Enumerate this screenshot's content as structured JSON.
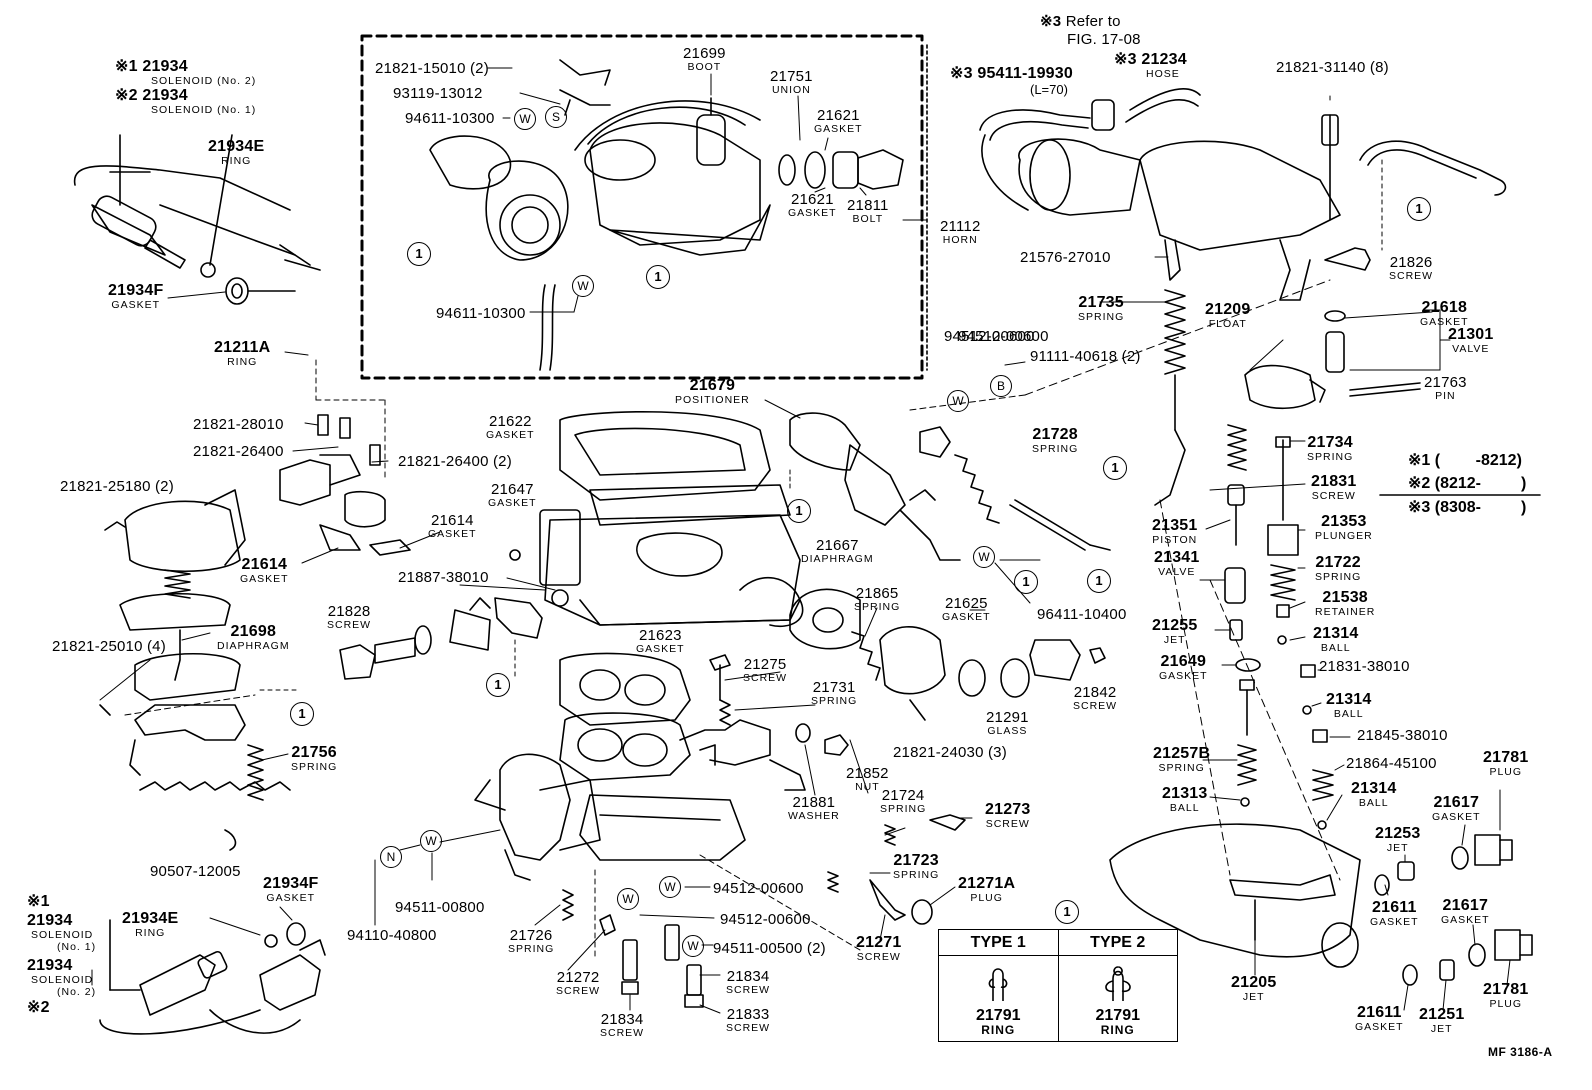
{
  "refs": {
    "r1": "※1 21934",
    "r1s": "SOLENOID (No. 2)",
    "r2": "※2 21934",
    "r2s": "SOLENOID (No. 1)",
    "r3": "※3",
    "r3b": "Refer to",
    "r3c": "FIG. 17-08",
    "r4": "※3 95411-19930",
    "r4s": "(L=70)",
    "r5": "※3 21234",
    "r5s": "HOSE"
  },
  "parts": [
    {
      "id": "p21934E_top",
      "num": "21934E",
      "name": "RING"
    },
    {
      "id": "p21934F_top",
      "num": "21934F",
      "name": "GASKET"
    },
    {
      "id": "p21211A",
      "num": "21211A",
      "name": "RING"
    },
    {
      "id": "p21821_28010",
      "num": "21821-28010",
      "name": ""
    },
    {
      "id": "p21821_26400",
      "num": "21821-26400",
      "name": ""
    },
    {
      "id": "p21821_26400_2",
      "num": "21821-26400 (2)",
      "name": ""
    },
    {
      "id": "p21821_25180",
      "num": "21821-25180 (2)",
      "name": ""
    },
    {
      "id": "p21614a",
      "num": "21614",
      "name": "GASKET"
    },
    {
      "id": "p21614b",
      "num": "21614",
      "name": "GASKET"
    },
    {
      "id": "p21887",
      "num": "21887-38010",
      "name": ""
    },
    {
      "id": "p21698",
      "num": "21698",
      "name": "DIAPHRAGM"
    },
    {
      "id": "p21821_25010",
      "num": "21821-25010 (4)",
      "name": ""
    },
    {
      "id": "p21756",
      "num": "21756",
      "name": "SPRING"
    },
    {
      "id": "p90507",
      "num": "90507-12005",
      "name": ""
    },
    {
      "id": "p21821_15010",
      "num": "21821-15010 (2)",
      "name": ""
    },
    {
      "id": "p93119",
      "num": "93119-13012",
      "name": ""
    },
    {
      "id": "p94611_a",
      "num": "94611-10300",
      "name": ""
    },
    {
      "id": "p94611_b",
      "num": "94611-10300",
      "name": ""
    },
    {
      "id": "p21699",
      "num": "21699",
      "name": "BOOT"
    },
    {
      "id": "p21751",
      "num": "21751",
      "name": "UNION"
    },
    {
      "id": "p21621a",
      "num": "21621",
      "name": "GASKET"
    },
    {
      "id": "p21621b",
      "num": "21621",
      "name": "GASKET"
    },
    {
      "id": "p21811",
      "num": "21811",
      "name": "BOLT"
    },
    {
      "id": "p21112",
      "num": "21112",
      "name": "HORN"
    },
    {
      "id": "p21622",
      "num": "21622",
      "name": "GASKET"
    },
    {
      "id": "p21647",
      "num": "21647",
      "name": "GASKET"
    },
    {
      "id": "p21679",
      "num": "21679",
      "name": "POSITIONER"
    },
    {
      "id": "p94512_top",
      "num": "94512-00600",
      "name": ""
    },
    {
      "id": "p91111",
      "num": "91111-40618 (2)",
      "name": ""
    },
    {
      "id": "p21728",
      "num": "21728",
      "name": "SPRING"
    },
    {
      "id": "p21667",
      "num": "21667",
      "name": "DIAPHRAGM"
    },
    {
      "id": "p21865",
      "num": "21865",
      "name": "SPRING"
    },
    {
      "id": "p21625",
      "num": "21625",
      "name": "GASKET"
    },
    {
      "id": "p96411",
      "num": "96411-10400",
      "name": ""
    },
    {
      "id": "p21828",
      "num": "21828",
      "name": "SCREW"
    },
    {
      "id": "p21623",
      "num": "21623",
      "name": "GASKET"
    },
    {
      "id": "p21275",
      "num": "21275",
      "name": "SCREW"
    },
    {
      "id": "p21731",
      "num": "21731",
      "name": "SPRING"
    },
    {
      "id": "p21842",
      "num": "21842",
      "name": "SCREW"
    },
    {
      "id": "p21291",
      "num": "21291",
      "name": "GLASS"
    },
    {
      "id": "p21821_24030",
      "num": "21821-24030 (3)",
      "name": ""
    },
    {
      "id": "p21852",
      "num": "21852",
      "name": "NUT"
    },
    {
      "id": "p21881",
      "num": "21881",
      "name": "WASHER"
    },
    {
      "id": "p21724",
      "num": "21724",
      "name": "SPRING"
    },
    {
      "id": "p21273",
      "num": "21273",
      "name": "SCREW"
    },
    {
      "id": "p21723",
      "num": "21723",
      "name": "SPRING"
    },
    {
      "id": "p21271A",
      "num": "21271A",
      "name": "PLUG"
    },
    {
      "id": "p21271",
      "num": "21271",
      "name": "SCREW"
    },
    {
      "id": "p94512_a",
      "num": "94512-00600",
      "name": ""
    },
    {
      "id": "p94512_b",
      "num": "94512-00600",
      "name": ""
    },
    {
      "id": "p94511_500",
      "num": "94511-00500 (2)",
      "name": ""
    },
    {
      "id": "p94511_800",
      "num": "94511-00800",
      "name": ""
    },
    {
      "id": "p94110",
      "num": "94110-40800",
      "name": ""
    },
    {
      "id": "p21726",
      "num": "21726",
      "name": "SPRING"
    },
    {
      "id": "p21272",
      "num": "21272",
      "name": "SCREW"
    },
    {
      "id": "p21834a",
      "num": "21834",
      "name": "SCREW"
    },
    {
      "id": "p21834b",
      "num": "21834",
      "name": "SCREW"
    },
    {
      "id": "p21833",
      "num": "21833",
      "name": "SCREW"
    },
    {
      "id": "p21934F_bot",
      "num": "21934F",
      "name": "GASKET"
    },
    {
      "id": "p21934E_bot",
      "num": "21934E",
      "name": "RING"
    },
    {
      "id": "p21821_31140",
      "num": "21821-31140 (8)",
      "name": ""
    },
    {
      "id": "p21576",
      "num": "21576-27010",
      "name": ""
    },
    {
      "id": "p21826",
      "num": "21826",
      "name": "SCREW"
    },
    {
      "id": "p21735",
      "num": "21735",
      "name": "SPRING"
    },
    {
      "id": "p21209",
      "num": "21209",
      "name": "FLOAT"
    },
    {
      "id": "p21618",
      "num": "21618",
      "name": "GASKET"
    },
    {
      "id": "p21301",
      "num": "21301",
      "name": "VALVE"
    },
    {
      "id": "p21763",
      "num": "21763",
      "name": "PIN"
    },
    {
      "id": "p94512_right",
      "num": "94512-00600",
      "name": ""
    },
    {
      "id": "p21734",
      "num": "21734",
      "name": "SPRING"
    },
    {
      "id": "p21831",
      "num": "21831",
      "name": "SCREW"
    },
    {
      "id": "p21351",
      "num": "21351",
      "name": "PISTON"
    },
    {
      "id": "p21353",
      "num": "21353",
      "name": "PLUNGER"
    },
    {
      "id": "p21341",
      "num": "21341",
      "name": "VALVE"
    },
    {
      "id": "p21722",
      "num": "21722",
      "name": "SPRING"
    },
    {
      "id": "p21538",
      "num": "21538",
      "name": "RETAINER"
    },
    {
      "id": "p21255",
      "num": "21255",
      "name": "JET"
    },
    {
      "id": "p21314a",
      "num": "21314",
      "name": "BALL"
    },
    {
      "id": "p21649",
      "num": "21649",
      "name": "GASKET"
    },
    {
      "id": "p21831_38010",
      "num": "21831-38010",
      "name": ""
    },
    {
      "id": "p21314b",
      "num": "21314",
      "name": "BALL"
    },
    {
      "id": "p21845",
      "num": "21845-38010",
      "name": ""
    },
    {
      "id": "p21257B",
      "num": "21257B",
      "name": "SPRING"
    },
    {
      "id": "p21864",
      "num": "21864-45100",
      "name": ""
    },
    {
      "id": "p21313",
      "num": "21313",
      "name": "BALL"
    },
    {
      "id": "p21314c",
      "num": "21314",
      "name": "BALL"
    },
    {
      "id": "p21781a",
      "num": "21781",
      "name": "PLUG"
    },
    {
      "id": "p21617a",
      "num": "21617",
      "name": "GASKET"
    },
    {
      "id": "p21253",
      "num": "21253",
      "name": "JET"
    },
    {
      "id": "p21611a",
      "num": "21611",
      "name": "GASKET"
    },
    {
      "id": "p21617b",
      "num": "21617",
      "name": "GASKET"
    },
    {
      "id": "p21781b",
      "num": "21781",
      "name": "PLUG"
    },
    {
      "id": "p21205",
      "num": "21205",
      "name": "JET"
    },
    {
      "id": "p21611b",
      "num": "21611",
      "name": "GASKET"
    },
    {
      "id": "p21251",
      "num": "21251",
      "name": "JET"
    }
  ],
  "bottom_left": {
    "x1": "※1",
    "num1": "21934",
    "sol1": "SOLENOID",
    "no1": "(No. 1)",
    "num2": "21934",
    "sol2": "SOLENOID",
    "no2": "(No. 2)",
    "x2": "※2"
  },
  "legend": {
    "l1": "※1 (        -8212)",
    "l2": "※2 (8212-         )",
    "l3": "※3 (8308-         )"
  },
  "types": {
    "marker": "1",
    "type1": "TYPE 1",
    "type2": "TYPE 2",
    "num1": "21791",
    "name1": "RING",
    "num2": "21791",
    "name2": "RING"
  },
  "markers": {
    "circle1": "1",
    "w": "W",
    "s": "S",
    "b": "B",
    "n": "N"
  },
  "figure_id": "MF 3186-A"
}
